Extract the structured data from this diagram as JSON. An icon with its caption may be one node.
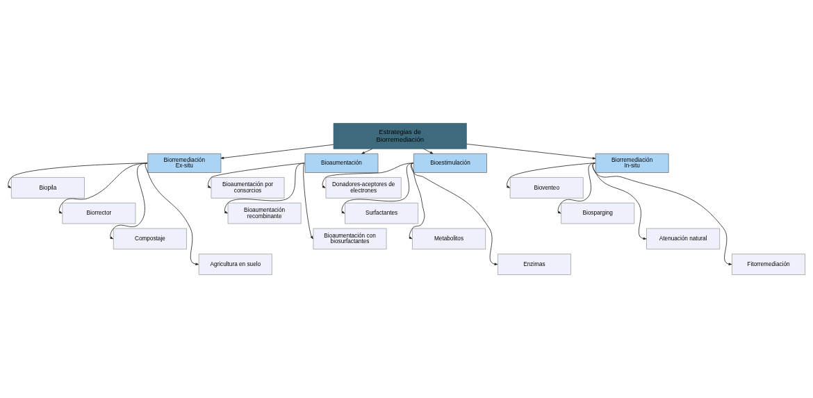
{
  "diagram": {
    "nodes": [
      {
        "text": [
          "Estrategias de Biorremediación"
        ]
      },
      {
        "text": [
          "Biorremediación Ex-situ"
        ]
      },
      {
        "text": [
          "Bioaumentación"
        ]
      },
      {
        "text": [
          "Bioestimulación"
        ]
      },
      {
        "text": [
          "Biorremediación In-situ"
        ]
      },
      {
        "text": [
          "Biopila"
        ]
      },
      {
        "text": [
          "Biorrector"
        ]
      },
      {
        "text": [
          "Compostaje"
        ]
      },
      {
        "text": [
          "Agricultura en suelo"
        ]
      },
      {
        "text": [
          "Bioaumentación por consorcios"
        ]
      },
      {
        "text": [
          "Bioaumentación recombinante"
        ]
      },
      {
        "text": [
          "Bioaumentación con biosurfactantes"
        ]
      },
      {
        "text": [
          "Donadores-aceptores de electrones"
        ]
      },
      {
        "text": [
          "Surfactantes"
        ]
      },
      {
        "text": [
          "Metabolitos"
        ]
      },
      {
        "text": [
          "Enzimas"
        ]
      },
      {
        "text": [
          "Bioventeo"
        ]
      },
      {
        "text": [
          "Biosparging"
        ]
      },
      {
        "text": [
          "Atenuación natural"
        ]
      },
      {
        "text": [
          "Fitorremediación"
        ]
      }
    ],
    "edges": [
      {
        "from": 0,
        "to": 1,
        "arrow": "to"
      },
      {
        "from": 0,
        "to": 2,
        "arrow": "to"
      },
      {
        "from": 0,
        "to": 3,
        "arrow": "to"
      },
      {
        "from": 0,
        "to": 4,
        "arrow": "to"
      },
      {
        "from": 1,
        "to": 5,
        "arrow": "to"
      },
      {
        "from": 1,
        "to": 6,
        "arrow": "to"
      },
      {
        "from": 1,
        "to": 7,
        "arrow": "to"
      },
      {
        "from": 1,
        "to": 8,
        "arrow": "to"
      },
      {
        "from": 2,
        "to": 9,
        "arrow": "to"
      },
      {
        "from": 2,
        "to": 10,
        "arrow": "to"
      },
      {
        "from": 2,
        "to": 11,
        "arrow": "to"
      },
      {
        "from": 3,
        "to": 12,
        "arrow": "to"
      },
      {
        "from": 3,
        "to": 13,
        "arrow": "to"
      },
      {
        "from": 3,
        "to": 14,
        "arrow": "to"
      },
      {
        "from": 3,
        "to": 15,
        "arrow": "to"
      },
      {
        "from": 4,
        "to": 16,
        "arrow": "to"
      },
      {
        "from": 4,
        "to": 17,
        "arrow": "to"
      },
      {
        "from": 4,
        "to": 18,
        "arrow": "to"
      },
      {
        "from": 4,
        "to": 19,
        "arrow": "to"
      }
    ]
  }
}
